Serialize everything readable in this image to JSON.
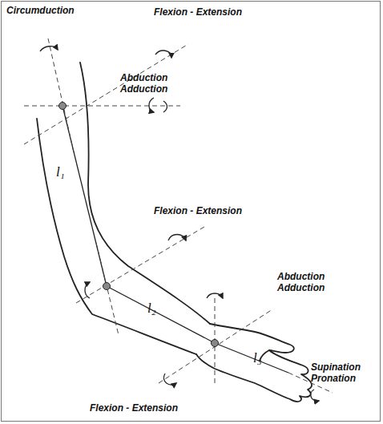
{
  "diagram": {
    "labels": [
      "Circumduction",
      "Flexion - Extension",
      "Abduction Adduction",
      "l₁",
      "Flexion - Extension",
      "l₂",
      "Abduction Adduction",
      "l₃",
      "Supination Pronation",
      "Flexion - Extension"
    ]
  }
}
